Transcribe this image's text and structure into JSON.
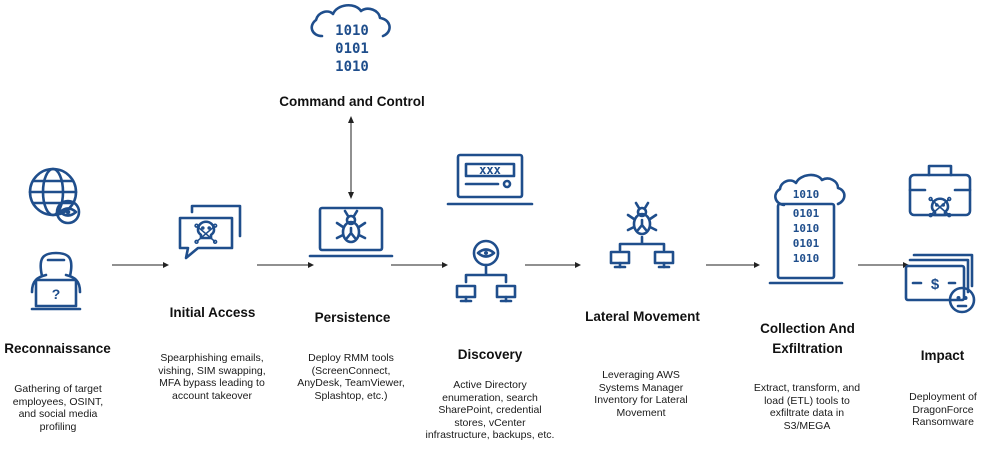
{
  "stages": [
    {
      "id": "reconnaissance",
      "title": "Reconnaissance",
      "desc": "Gathering of target employees, OSINT, and social media profiling"
    },
    {
      "id": "initial-access",
      "title": "Initial Access",
      "desc": "Spearphishing emails, vishing, SIM swapping, MFA bypass leading to account takeover"
    },
    {
      "id": "persistence",
      "title": "Persistence",
      "desc": "Deploy RMM tools (ScreenConnect, AnyDesk, TeamViewer, Splashtop, etc.)"
    },
    {
      "id": "discovery",
      "title": "Discovery",
      "desc": "Active Directory enumeration, search SharePoint, credential stores, vCenter infrastructure, backups, etc."
    },
    {
      "id": "lateral-movement",
      "title": "Lateral Movement",
      "desc": "Leveraging AWS Systems Manager Inventory for Lateral Movement"
    },
    {
      "id": "collection",
      "title": "Collection And Exfiltration",
      "desc": "Extract, transform, and load (ETL) tools to exfiltrate data in S3/MEGA"
    },
    {
      "id": "impact",
      "title": "Impact",
      "desc": "Deployment of DragonForce Ransomware"
    }
  ],
  "command_and_control": {
    "title": "Command and Control"
  },
  "binary_rows": [
    "1010",
    "0101",
    "1010"
  ],
  "code_field_text": "xxx",
  "colors": {
    "icon": "#1f4e8c",
    "text": "#1a1a1a",
    "connector": "#222222"
  }
}
